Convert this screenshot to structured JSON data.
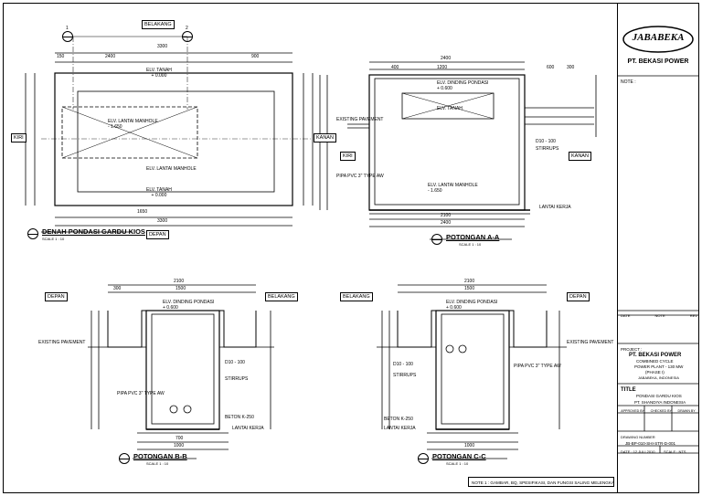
{
  "titleblock": {
    "company_logo": "JABABEKA",
    "company_name": "PT. BEKASI POWER",
    "note_header": "NOTE :",
    "rev_headers": [
      "DATE",
      "NOTE",
      "REV"
    ],
    "project_label": "PROJECT :",
    "project_lines": [
      "PT. BEKASI POWER",
      "COMBINED CYCLE",
      "POWER PLANT - 130 MW",
      "(PHASE I)",
      "JABABEKA, INDONESIA"
    ],
    "title_label": "TITLE",
    "title_lines": [
      "PONDASI GARDU KIOS",
      "PT. SHANDIYA INDONESIA"
    ],
    "sign_headers": [
      "APPROVED BY",
      "CHECKED BY",
      "DRAWN BY"
    ],
    "drawing_number_label": "DRAWING NUMBER",
    "drawing_number": "JB-BP-010-SHI-STR-D-001",
    "date_label": "DATE : 12 JULI 2010",
    "scale_label": "SCALE : NTS"
  },
  "views": {
    "plan": {
      "title": "DENAH PONDASI GARDU KIOS",
      "scale": "SCALE 1 : 10",
      "tag_top": "BELAKANG",
      "tag_bottom": "DEPAN",
      "tag_left": "KIRI",
      "tag_right": "KANAN",
      "grid1": "1",
      "grid2": "2"
    },
    "a": {
      "title": "POTONGAN A-A",
      "scale": "SCALE 1 : 10",
      "tag_left": "KIRI",
      "tag_right": "KANAN"
    },
    "b": {
      "title": "POTONGAN B-B",
      "scale": "SCALE 1 : 10",
      "tag_left": "DEPAN",
      "tag_right": "BELAKANG"
    },
    "c": {
      "title": "POTONGAN C-C",
      "scale": "SCALE 1 : 10",
      "tag_left": "BELAKANG",
      "tag_right": "DEPAN"
    }
  },
  "labels": {
    "elv_tanah": "ELV. TANAH",
    "elv_tanah_val": "+ 0.000",
    "elv_lantai_manhole": "ELV. LANTAI MANHOLE",
    "elv_lantai_val": "- 1.650",
    "elv_dinding": "ELV. DINDING PONDASI",
    "elv_dinding_val": "+ 0.600",
    "existing": "EXISTING PAVEMENT",
    "pipa": "PIPA PVC 3\" TYPE AW",
    "stirrups": "STIRRUPS",
    "d10": "D10 - 100",
    "lantai_kerja": "LANTAI KERJA",
    "beton": "BETON K-250"
  },
  "dims": {
    "plan_total": "3300",
    "plan_2400": "2400",
    "plan_150": "150",
    "plan_1650": "1650",
    "plan_900": "900",
    "a_total": "2400",
    "a_2100": "2100",
    "a_400": "400",
    "a_1200": "1200",
    "a_600": "600",
    "a_300": "300",
    "b_total": "2100",
    "b_1500": "1500",
    "b_300": "300",
    "b_1000": "1000",
    "b_700": "700",
    "c_total": "2100",
    "c_1500": "1500",
    "c_1000": "1000"
  },
  "bottom_note": "NOTE 1 : GAMBAR, BQ, SPESIFIKASI, DAN FUNGSI SALING MELENGKAPI"
}
